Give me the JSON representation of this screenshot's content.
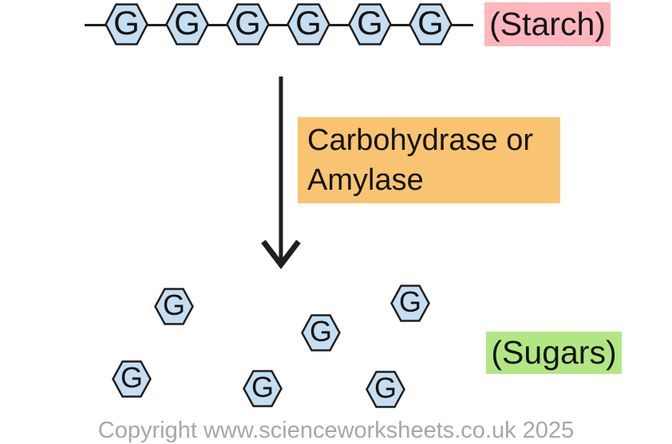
{
  "colors": {
    "hex_fill": "#C5DEF1",
    "outline": "#1F1F1F",
    "starch_bg": "#FFB6BC",
    "enzyme_bg": "#F9C471",
    "sugars_bg": "#B1E783",
    "text": "#141414",
    "copyright_text": "#A7A7A7"
  },
  "starch": {
    "label": "(Starch)",
    "units": [
      "G",
      "G",
      "G",
      "G",
      "G",
      "G"
    ]
  },
  "enzyme": {
    "line1": "Carbohydrase or",
    "line2": "Amylase"
  },
  "sugars": {
    "label": "(Sugars)",
    "units": [
      "G",
      "G",
      "G",
      "G",
      "G",
      "G"
    ]
  },
  "footer": {
    "copyright": "Copyright www.scienceworksheets.co.uk 2025"
  }
}
